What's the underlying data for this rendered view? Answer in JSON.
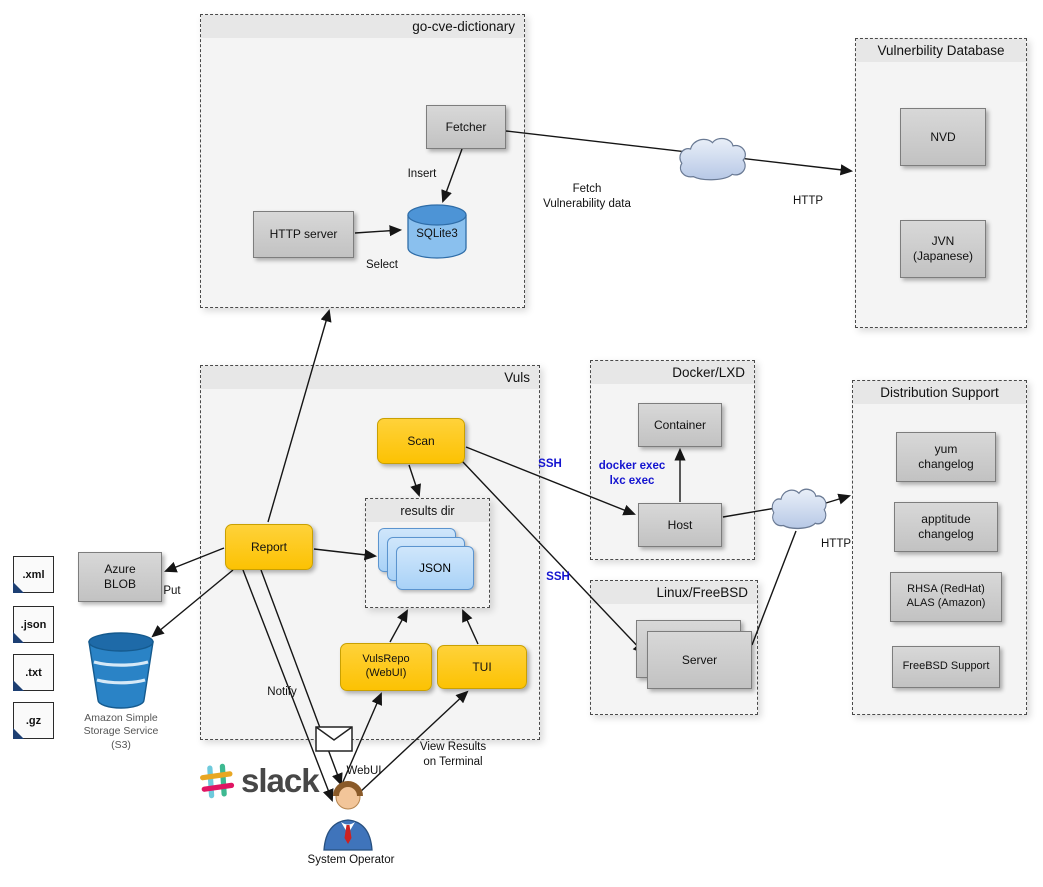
{
  "colors": {
    "action_yellow": "#fcc203",
    "node_gray": "#cccccc",
    "file_blue": "#aed3f7",
    "protocol_blue": "#1414d0",
    "bucket_blue": "#2a83c6",
    "cloud_blue": "#c9d6ec"
  },
  "groups": {
    "go_cve": {
      "title": "go-cve-dictionary"
    },
    "vuln_db": {
      "title": "Vulnerbility Database"
    },
    "vuls": {
      "title": "Vuls"
    },
    "docker": {
      "title": "Docker/LXD"
    },
    "linux": {
      "title": "Linux/FreeBSD"
    },
    "dist": {
      "title": "Distribution Support"
    },
    "results": {
      "title": "results dir"
    }
  },
  "nodes": {
    "fetcher": "Fetcher",
    "http_server": "HTTP server",
    "sqlite3": "SQLite3",
    "nvd": "NVD",
    "jvn": "JVN\n(Japanese)",
    "scan": "Scan",
    "report": "Report",
    "json_file": "JSON",
    "vulsrepo": "VulsRepo\n(WebUI)",
    "tui": "TUI",
    "container": "Container",
    "host": "Host",
    "server": "Server",
    "azure_blob": "Azure\nBLOB",
    "yum_changelog": "yum\nchangelog",
    "apptitude_changelog": "apptitude\nchangelog",
    "rhsa_alas": "RHSA (RedHat)\nALAS (Amazon)",
    "freebsd_support": "FreeBSD Support"
  },
  "labels": {
    "insert": "Insert",
    "select": "Select",
    "fetch": "Fetch\nVulnerability data",
    "http_top": "HTTP",
    "http_right": "HTTP",
    "ssh_docker": "SSH",
    "ssh_linux": "SSH",
    "docker_exec": "docker exec\nlxc exec",
    "put": "Put",
    "notify": "Notify",
    "webui": "WebUI",
    "view_results": "View Results\non Terminal",
    "system_operator": "System Operator",
    "s3_caption": "Amazon Simple\nStorage Service\n(S3)",
    "slack": "slack"
  },
  "file_badges": [
    ".xml",
    ".json",
    ".txt",
    ".gz"
  ]
}
